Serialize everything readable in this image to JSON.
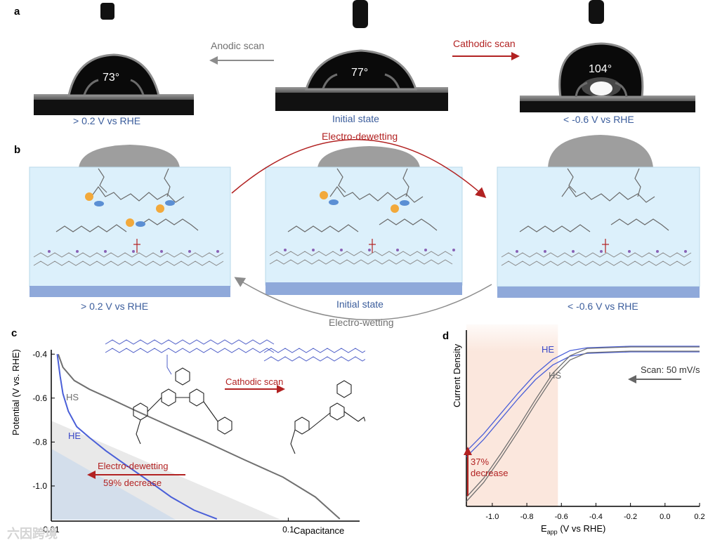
{
  "panel_a": {
    "letter": "a",
    "left": {
      "angle": "73°",
      "caption": "> 0.2 V vs RHE"
    },
    "center": {
      "angle": "77°",
      "caption": "Initial state"
    },
    "right": {
      "angle": "104°",
      "caption": "< -0.6 V vs RHE"
    },
    "anodic_label": "Anodic scan",
    "cathodic_label": "Cathodic scan"
  },
  "panel_b": {
    "letter": "b",
    "left_caption": "> 0.2 V vs RHE",
    "center_caption": "Initial state",
    "right_caption": "< -0.6 V vs RHE",
    "top_arrow_label": "Electro-dewetting",
    "bottom_arrow_label": "Electro-wetting"
  },
  "panel_c": {
    "letter": "c",
    "ylabel": "Potential (V vs. RHE)",
    "xlabel": "Capacitance",
    "hs_label": "HS",
    "he_label": "HE",
    "arrow_label": "Electro-dewetting",
    "arrow_sublabel": "59% decrease",
    "scan_label": "Cathodic scan"
  },
  "panel_d": {
    "letter": "d",
    "ylabel": "Current Density",
    "xlabel": "E",
    "xlabel_sub": "app",
    "xlabel_rest": " (V vs RHE)",
    "he_label": "HE",
    "hs_label": "HS",
    "scan_label": "Scan: 50 mV/s",
    "decrease_line1": "37%",
    "decrease_line2": "decrease"
  },
  "watermark": "六因跨境",
  "colors": {
    "he": "#4a5fd8",
    "hs": "#707070",
    "red": "#b22222",
    "caption_blue": "#3b5d9c",
    "water": "#dcf0fb",
    "substrate": "#8fa9da"
  },
  "chart_data": [
    {
      "type": "line",
      "panel": "c",
      "xlabel": "Capacitance",
      "ylabel": "Potential (V vs. RHE)",
      "xscale": "log",
      "xlim": [
        0.01,
        0.2
      ],
      "ylim": [
        -1.16,
        -0.38
      ],
      "xticks": [
        0.01,
        0.1
      ],
      "xtick_labels": [
        "0.01",
        "0.1"
      ],
      "yticks": [
        -0.4,
        -0.6,
        -0.8,
        -1.0
      ],
      "ytick_labels": [
        "-0.4",
        "-0.6",
        "-0.8",
        "-1.0"
      ],
      "series": [
        {
          "name": "HS",
          "x": [
            0.0107,
            0.0112,
            0.0125,
            0.0145,
            0.0175,
            0.023,
            0.032,
            0.045,
            0.065,
            0.095,
            0.13,
            0.165
          ],
          "y": [
            -0.4,
            -0.46,
            -0.52,
            -0.56,
            -0.6,
            -0.66,
            -0.73,
            -0.8,
            -0.88,
            -0.96,
            -1.05,
            -1.15
          ]
        },
        {
          "name": "HE",
          "x": [
            0.0106,
            0.0109,
            0.0112,
            0.0118,
            0.0128,
            0.0145,
            0.017,
            0.021,
            0.026,
            0.032,
            0.04,
            0.05
          ],
          "y": [
            -0.4,
            -0.5,
            -0.58,
            -0.66,
            -0.73,
            -0.78,
            -0.84,
            -0.91,
            -0.98,
            -1.05,
            -1.11,
            -1.15
          ]
        }
      ]
    },
    {
      "type": "line",
      "panel": "d",
      "xlabel": "E app (V vs RHE)",
      "ylabel": "Current Density",
      "xlim": [
        -1.15,
        0.2
      ],
      "xticks": [
        -1.0,
        -0.8,
        -0.6,
        -0.4,
        -0.2,
        0.0,
        0.2
      ],
      "xtick_labels": [
        "-1.0",
        "-0.8",
        "-0.6",
        "-0.4",
        "-0.2",
        "0.0",
        "0.2"
      ],
      "y_units": "relative (no tick labels)",
      "series": [
        {
          "name": "HE",
          "x": [
            -1.15,
            -1.05,
            -0.95,
            -0.85,
            -0.75,
            -0.65,
            -0.55,
            -0.45,
            -0.2,
            0.2
          ],
          "y": [
            -0.69,
            -0.57,
            -0.43,
            -0.29,
            -0.16,
            -0.06,
            0.0,
            0.02,
            0.03,
            0.03
          ]
        },
        {
          "name": "HS",
          "x": [
            -1.15,
            -1.05,
            -0.95,
            -0.85,
            -0.75,
            -0.65,
            -0.55,
            -0.45,
            -0.2,
            0.2
          ],
          "y": [
            -1.0,
            -0.87,
            -0.7,
            -0.52,
            -0.33,
            -0.15,
            -0.03,
            0.02,
            0.03,
            0.03
          ]
        }
      ],
      "shaded_region_x": [
        -1.15,
        -0.62
      ]
    }
  ]
}
